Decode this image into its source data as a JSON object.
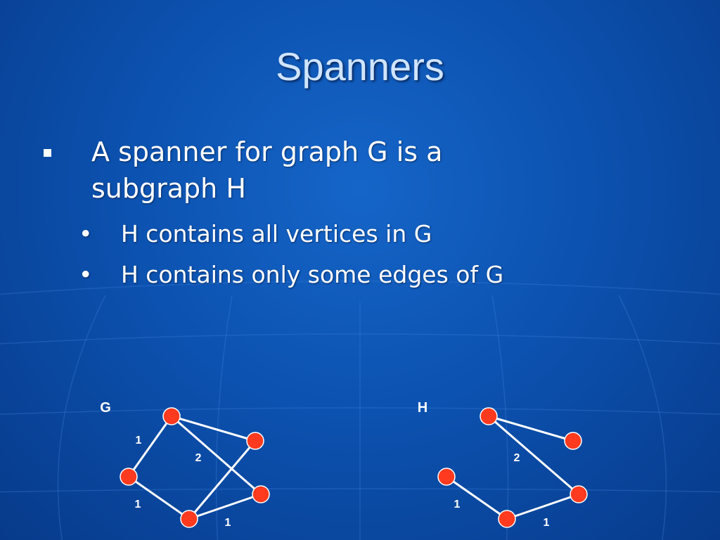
{
  "slide": {
    "title": "Spanners",
    "bullet": "A spanner for graph G is a subgraph H",
    "sub_bullets": [
      "H contains all vertices in G",
      "H contains only some edges of G"
    ],
    "bullet_marker": "■",
    "sub_marker": "•"
  },
  "colors": {
    "node_fill": "#ff3a1f",
    "node_stroke": "#ffffff",
    "edge": "#ffffff"
  },
  "graphs": [
    {
      "label": "G",
      "nodes": [
        "a",
        "b",
        "c",
        "d",
        "e"
      ],
      "edges": [
        {
          "from": "a",
          "to": "c",
          "weight": "1"
        },
        {
          "from": "a",
          "to": "b",
          "weight": ""
        },
        {
          "from": "a",
          "to": "d",
          "weight": "2"
        },
        {
          "from": "c",
          "to": "e",
          "weight": "1"
        },
        {
          "from": "b",
          "to": "e",
          "weight": ""
        },
        {
          "from": "e",
          "to": "d",
          "weight": "1"
        }
      ]
    },
    {
      "label": "H",
      "nodes": [
        "a",
        "b",
        "c",
        "d",
        "e"
      ],
      "edges": [
        {
          "from": "a",
          "to": "b",
          "weight": ""
        },
        {
          "from": "a",
          "to": "d",
          "weight": "2"
        },
        {
          "from": "c",
          "to": "e",
          "weight": "1"
        },
        {
          "from": "e",
          "to": "d",
          "weight": "1"
        }
      ]
    }
  ]
}
